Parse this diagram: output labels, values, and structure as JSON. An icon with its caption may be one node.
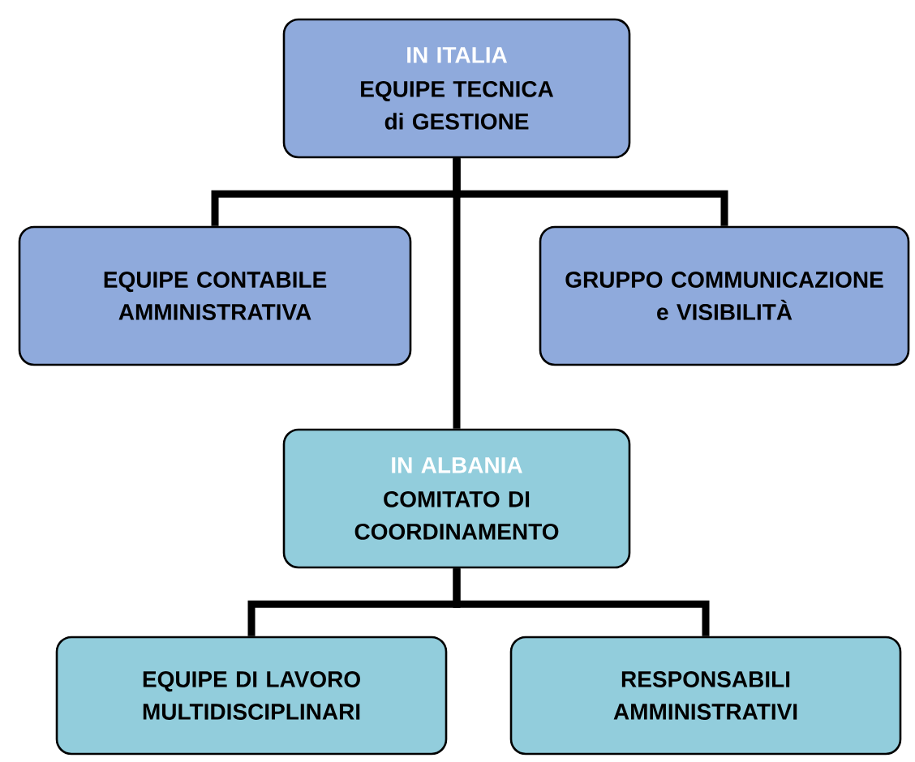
{
  "diagram": {
    "nodes": [
      {
        "text": [
          "IN ITALIA",
          "EQUIPE TECNICA di GESTIONE"
        ]
      },
      {
        "text": [
          "EQUIPE CONTABILE AMMINISTRATIVA"
        ]
      },
      {
        "text": [
          "GRUPPO COMMUNICAZIONE e VISIBILITÀ"
        ]
      },
      {
        "text": [
          "IN ALBANIA",
          "COMITATO DI COORDINAMENTO"
        ]
      },
      {
        "text": [
          "EQUIPE DI LAVORO MULTIDISCIPLINARI"
        ]
      },
      {
        "text": [
          "RESPONSABILI AMMINISTRATIVI"
        ]
      }
    ],
    "edges": [
      {
        "from": 0,
        "to": 1,
        "arrow": "none"
      },
      {
        "from": 0,
        "to": 2,
        "arrow": "none"
      },
      {
        "from": 0,
        "to": 3,
        "arrow": "none"
      },
      {
        "from": 3,
        "to": 4,
        "arrow": "none"
      },
      {
        "from": 3,
        "to": 5,
        "arrow": "none"
      }
    ]
  }
}
